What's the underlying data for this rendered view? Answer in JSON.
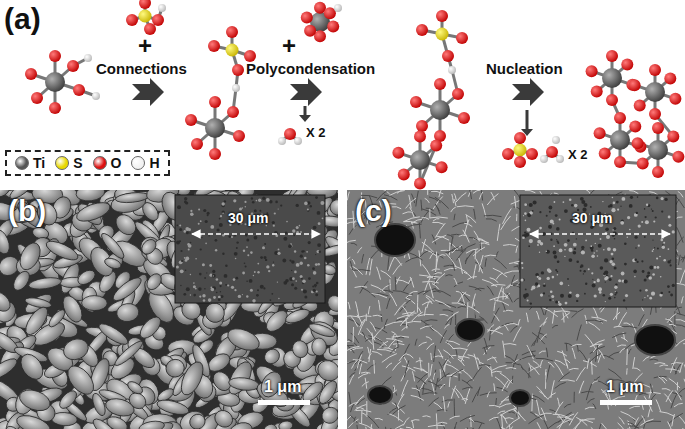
{
  "diagram": {
    "labels": [
      "(a)",
      "+",
      "Connections",
      "+",
      "Polycondensation",
      "X 2",
      "Nucleation",
      "X 2",
      "(b)",
      "30 μm",
      "1 μm",
      "(c)",
      "30 μm",
      "1 μm"
    ],
    "legend": [
      {
        "text": "Ti",
        "color": "#555555"
      },
      {
        "text": "S",
        "color": "#e8d800"
      },
      {
        "text": "O",
        "color": "#dd1111"
      },
      {
        "text": "H",
        "color": "#f2f2f2"
      }
    ]
  }
}
